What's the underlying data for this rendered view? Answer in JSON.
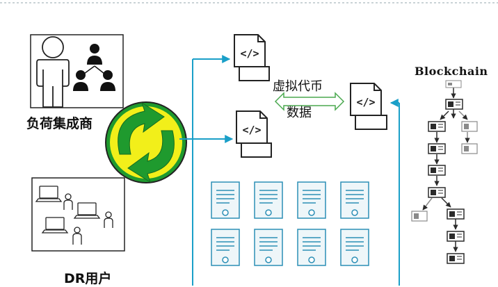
{
  "labels": {
    "aggregator": "负荷集成商",
    "dr_user": "DR用户",
    "virtual_currency": "虚拟代币",
    "data": "数据",
    "blockchain": "Blockchain"
  },
  "colors": {
    "accent": "#1a9fc8",
    "recycle_green": "#1f9a2e",
    "recycle_yellow": "#f2ef1a",
    "ledger_blue": "#2c8fb6",
    "ledger_bg": "#eef6f9",
    "block_dark": "#2b2b2b",
    "block_grey": "#8a8a8a"
  },
  "icons": {
    "contract": "code-document-icon",
    "ledger": "certificate-document-icon",
    "block": "blockchain-block-icon"
  }
}
